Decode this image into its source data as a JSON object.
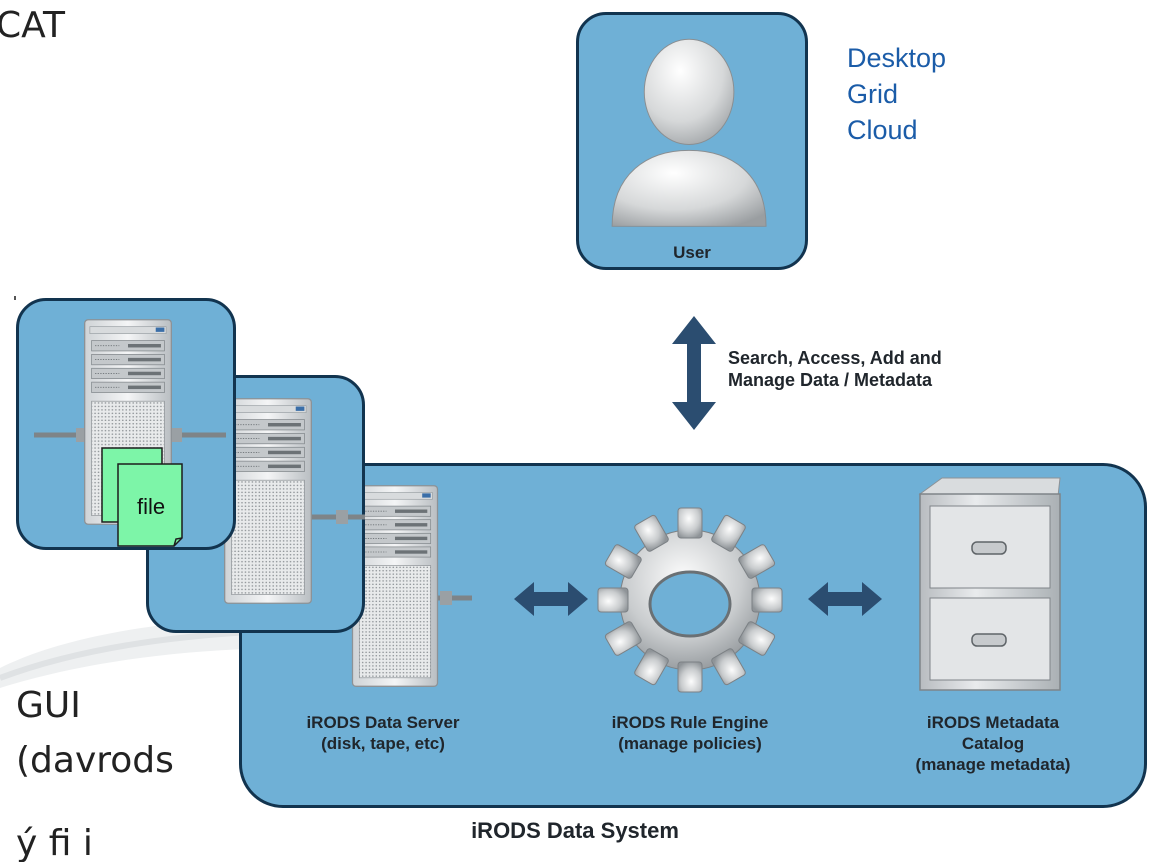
{
  "slide_fragments": {
    "top_left": "CAT",
    "gui": "GUI",
    "davrods": "(davrods",
    "bottom_partial": "ý fi i"
  },
  "user": {
    "label": "User",
    "environments": [
      "Desktop",
      "Grid",
      "Cloud"
    ]
  },
  "access_arrow": {
    "lines": [
      "Search, Access, Add and",
      "Manage Data / Metadata"
    ]
  },
  "file_tag": {
    "label": "file"
  },
  "components": {
    "data_server": {
      "lines": [
        "iRODS Data Server",
        "(disk, tape, etc)"
      ]
    },
    "rule_engine": {
      "lines": [
        "iRODS Rule Engine",
        "(manage policies)"
      ]
    },
    "catalog": {
      "lines": [
        "iRODS Metadata",
        "Catalog",
        "(manage metadata)"
      ]
    }
  },
  "system": {
    "title": "iRODS Data System"
  },
  "colors": {
    "panel_fill": "#6fb0d6",
    "panel_border": "#12344f",
    "arrow": "#2b4d70",
    "environment_text": "#1b5ca8",
    "file_fill": "#7df5a8"
  }
}
